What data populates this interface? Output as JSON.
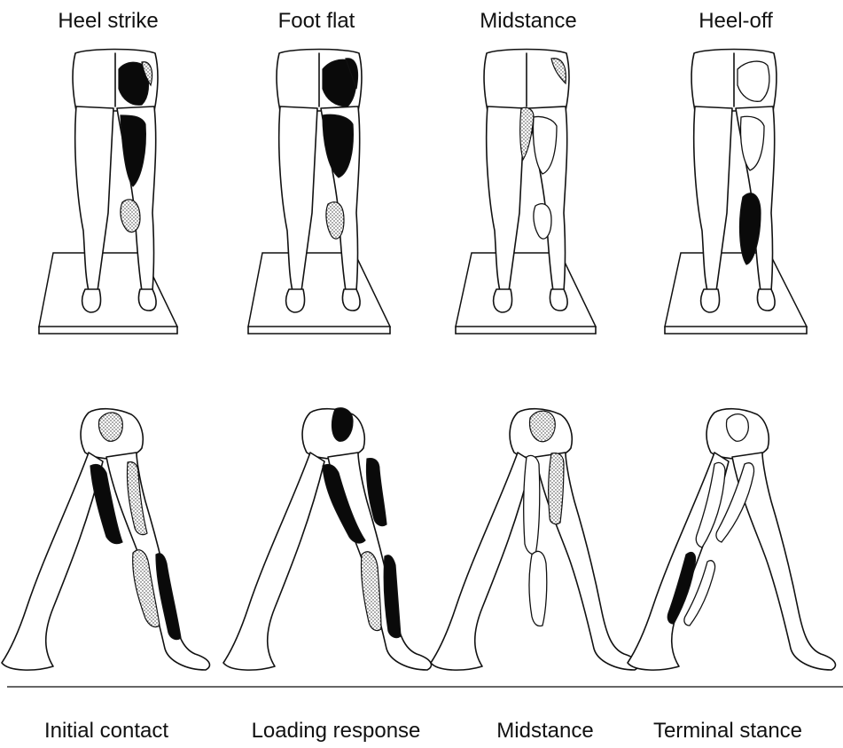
{
  "top_labels": [
    "Heel strike",
    "Foot flat",
    "Midstance",
    "Heel-off"
  ],
  "bottom_labels": [
    "Initial contact",
    "Loading response",
    "Midstance",
    "Terminal stance"
  ]
}
